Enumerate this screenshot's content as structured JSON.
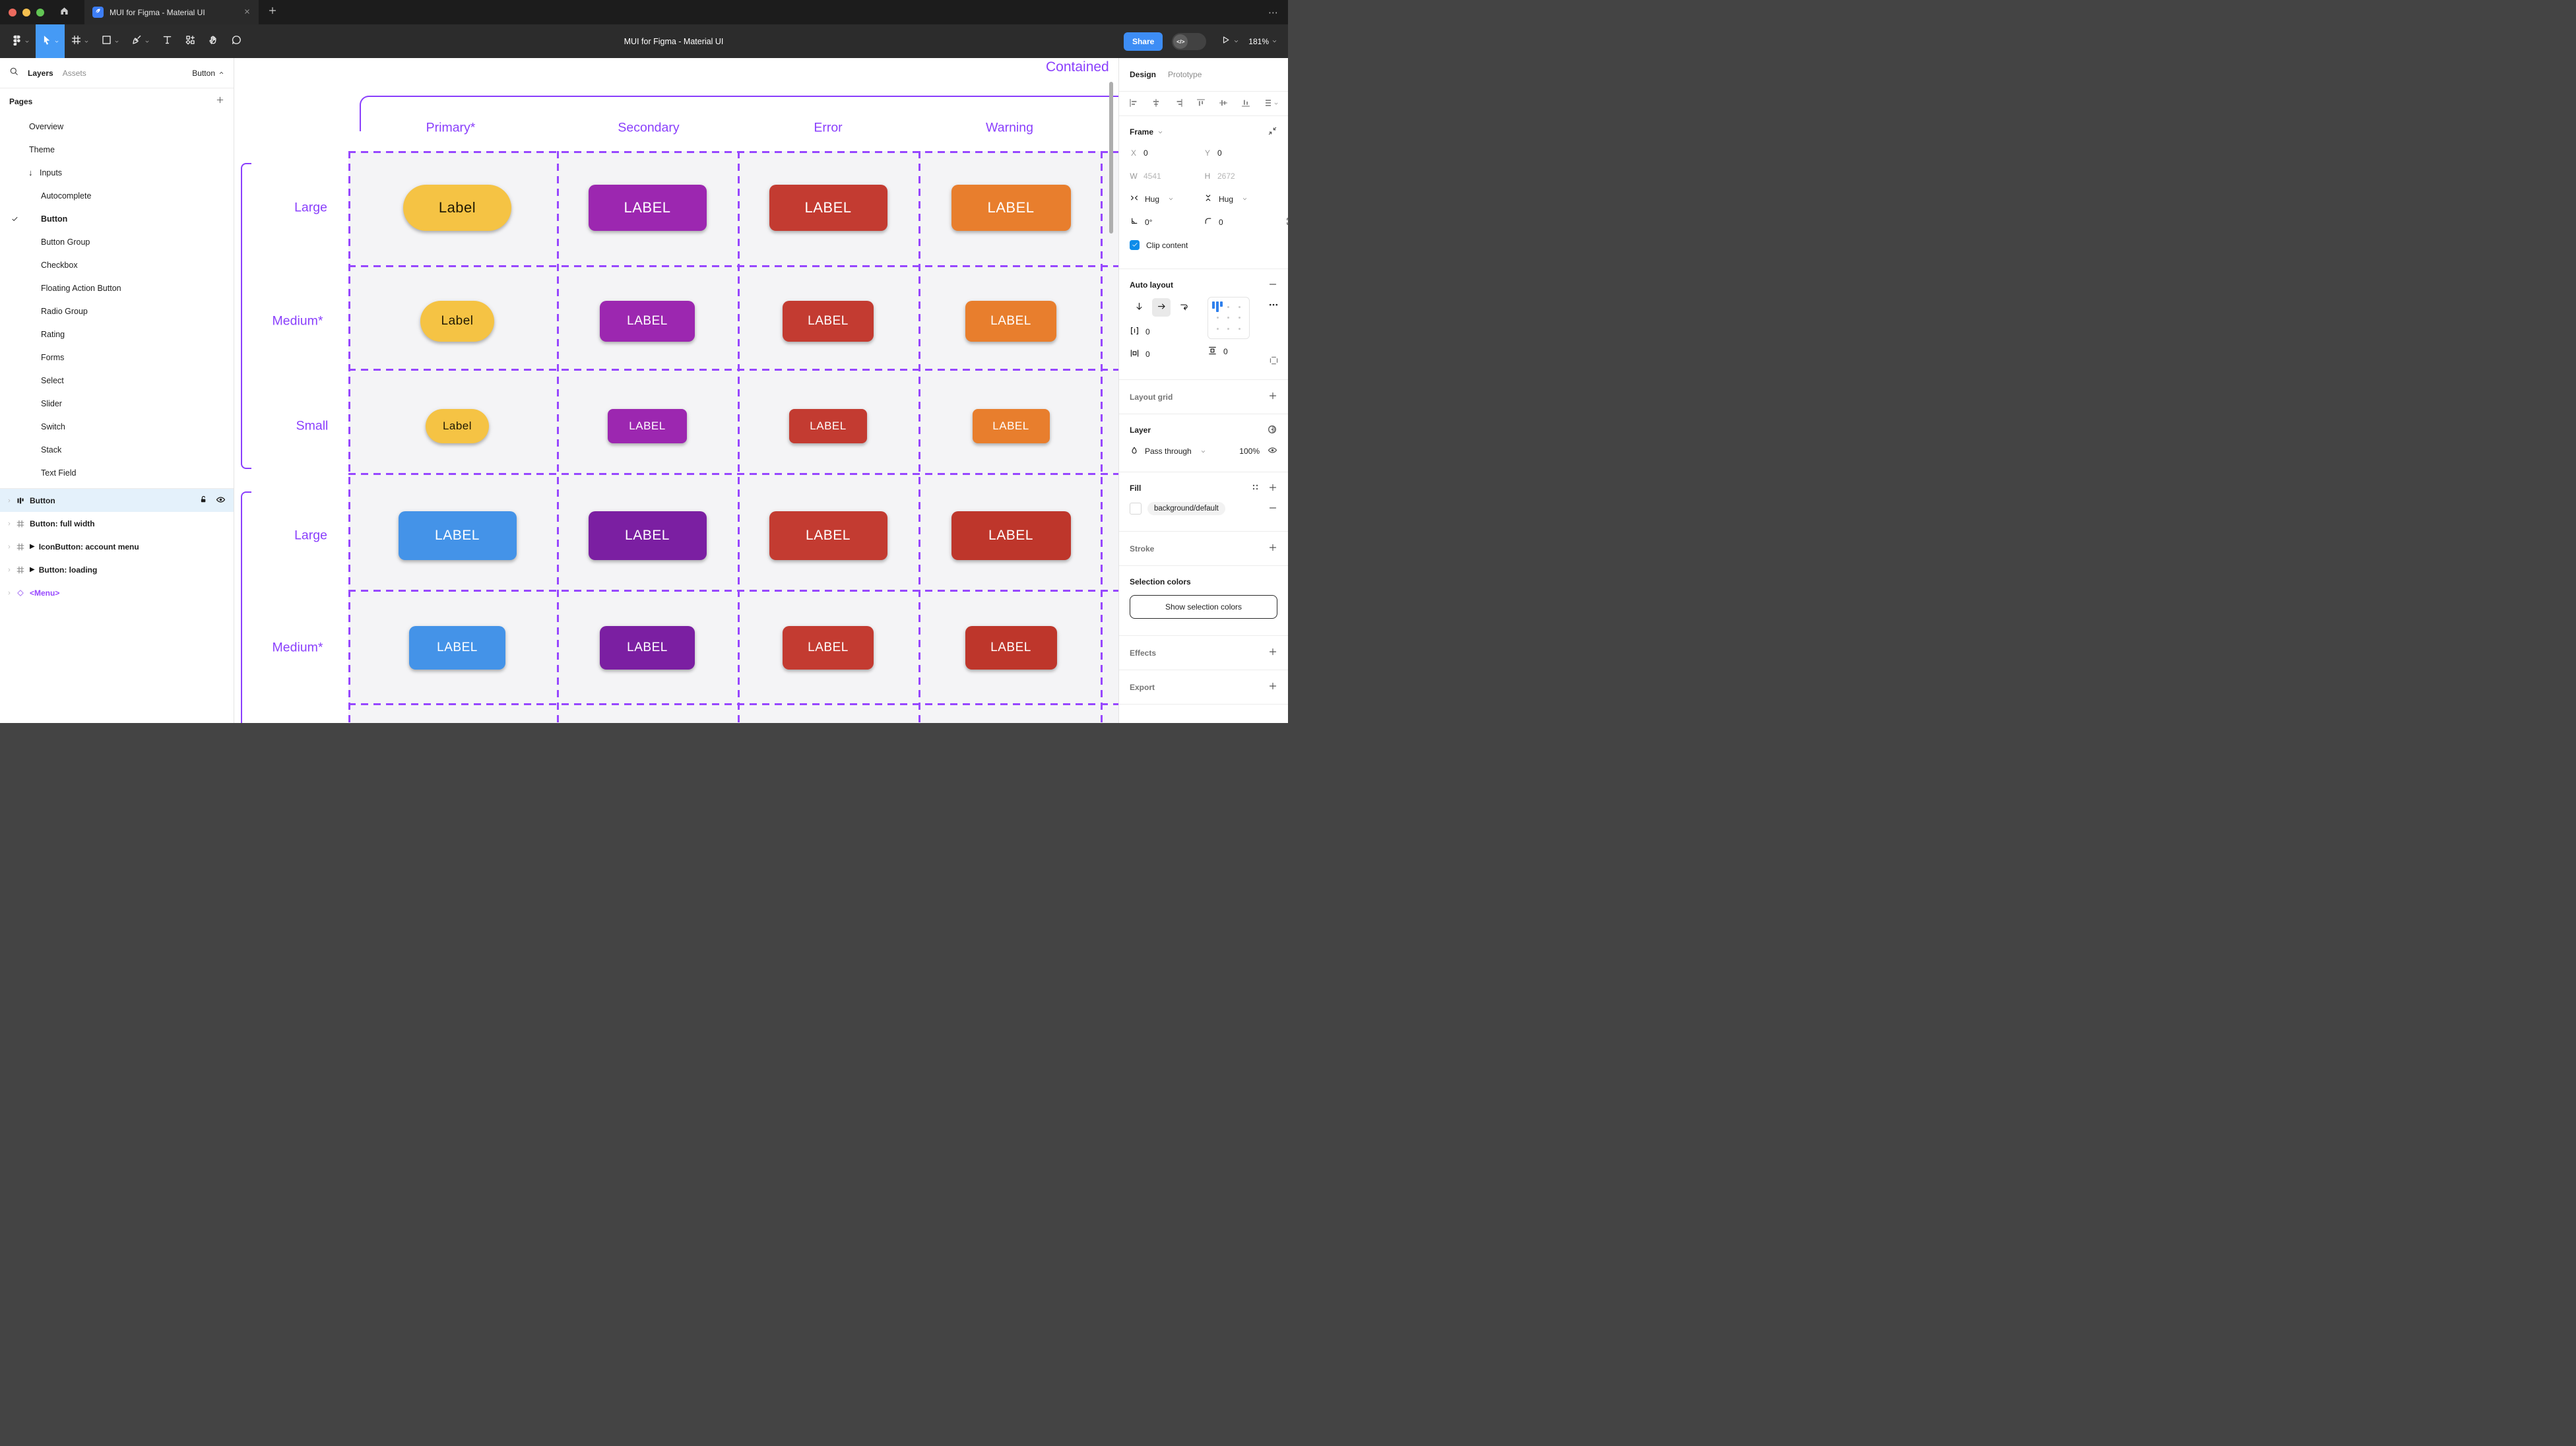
{
  "window": {
    "tab_title": "MUI for Figma - Material UI",
    "overflow_glyph": "⋯",
    "close_glyph": "✕",
    "traffic_colors": {
      "close": "#ec6a5e",
      "minimize": "#f5bf4f",
      "zoom": "#62c554"
    }
  },
  "toolbar": {
    "doc_title": "MUI for Figma - Material UI",
    "share_label": "Share",
    "zoom_level": "181%",
    "dev_toggle_glyph": "</>",
    "tools": [
      {
        "name": "main-menu",
        "icon": "figma",
        "chevron": true
      },
      {
        "name": "move-tool",
        "icon": "cursor",
        "chevron": true,
        "active": true
      },
      {
        "name": "frame-tool",
        "icon": "hash",
        "chevron": true
      },
      {
        "name": "shape-tool",
        "icon": "rect",
        "chevron": true
      },
      {
        "name": "pen-tool",
        "icon": "pen",
        "chevron": true
      },
      {
        "name": "text-tool",
        "icon": "text"
      },
      {
        "name": "resources-tool",
        "icon": "resources"
      },
      {
        "name": "hand-tool",
        "icon": "hand"
      },
      {
        "name": "comment-tool",
        "icon": "comment"
      }
    ]
  },
  "sidebar": {
    "tab_layers": "Layers",
    "tab_assets": "Assets",
    "page_selector": "Button",
    "pages_header": "Pages",
    "pages": [
      {
        "label": "Overview"
      },
      {
        "label": "Theme"
      },
      {
        "label": "Inputs",
        "arrow": "↓"
      },
      {
        "label": "Autocomplete",
        "sub": true
      },
      {
        "label": "Button",
        "sub": true,
        "selected": true
      },
      {
        "label": "Button Group",
        "sub": true
      },
      {
        "label": "Checkbox",
        "sub": true
      },
      {
        "label": "Floating Action Button",
        "sub": true
      },
      {
        "label": "Radio Group",
        "sub": true
      },
      {
        "label": "Rating",
        "sub": true
      },
      {
        "label": "Forms",
        "sub": true
      },
      {
        "label": "Select",
        "sub": true
      },
      {
        "label": "Slider",
        "sub": true
      },
      {
        "label": "Switch",
        "sub": true
      },
      {
        "label": "Stack",
        "sub": true
      },
      {
        "label": "Text Field",
        "sub": true
      }
    ],
    "layers": [
      {
        "label": "Button",
        "icon": "autolayout",
        "selected": true
      },
      {
        "label": "Button: full width",
        "icon": "hash"
      },
      {
        "label": "IconButton: account menu",
        "icon": "hash",
        "play": "▶"
      },
      {
        "label": "Button: loading",
        "icon": "hash",
        "play": "▶"
      },
      {
        "label": "<Menu>",
        "icon": "diamond",
        "purple": true
      }
    ]
  },
  "canvas": {
    "frame_title": "Contained",
    "accent": "#8a3ffc",
    "dash_color": "#9747ff",
    "columns": [
      "Primary*",
      "Secondary",
      "Error",
      "Warning"
    ],
    "row_labels": [
      "Large",
      "Medium*",
      "Small",
      "Large",
      "Medium*"
    ],
    "palette": {
      "yellow": {
        "bg": "#f5c344",
        "fg": "#211a04"
      },
      "purple": {
        "bg": "#9c27b0",
        "fg": "#ffffff"
      },
      "error": {
        "bg": "#c33b31",
        "fg": "#ffffff"
      },
      "warning": {
        "bg": "#e87e2d",
        "fg": "#ffffff"
      },
      "blue": {
        "bg": "#4493e8",
        "fg": "#ffffff"
      },
      "purple_dark": {
        "bg": "#7b1fa2",
        "fg": "#ffffff"
      },
      "error_dark": {
        "bg": "#be362b",
        "fg": "#ffffff"
      }
    },
    "grid": [
      {
        "size": "large",
        "cells": [
          {
            "style": "yellow",
            "label": "Label"
          },
          {
            "style": "purple",
            "label": "LABEL"
          },
          {
            "style": "error",
            "label": "LABEL"
          },
          {
            "style": "warning",
            "label": "LABEL"
          }
        ]
      },
      {
        "size": "medium",
        "cells": [
          {
            "style": "yellow",
            "label": "Label"
          },
          {
            "style": "purple",
            "label": "LABEL"
          },
          {
            "style": "error",
            "label": "LABEL"
          },
          {
            "style": "warning",
            "label": "LABEL"
          }
        ]
      },
      {
        "size": "small",
        "cells": [
          {
            "style": "yellow",
            "label": "Label"
          },
          {
            "style": "purple",
            "label": "LABEL"
          },
          {
            "style": "error",
            "label": "LABEL"
          },
          {
            "style": "warning",
            "label": "LABEL"
          }
        ]
      },
      {
        "size": "large",
        "cells": [
          {
            "style": "blue",
            "label": "LABEL"
          },
          {
            "style": "purple_dark",
            "label": "LABEL"
          },
          {
            "style": "error",
            "label": "LABEL"
          },
          {
            "style": "error_dark",
            "label": "LABEL"
          }
        ]
      },
      {
        "size": "medium",
        "cells": [
          {
            "style": "blue",
            "label": "LABEL"
          },
          {
            "style": "purple_dark",
            "label": "LABEL"
          },
          {
            "style": "error",
            "label": "LABEL"
          },
          {
            "style": "error_dark",
            "label": "LABEL"
          }
        ]
      }
    ]
  },
  "panel": {
    "tab_design": "Design",
    "tab_prototype": "Prototype",
    "frame": {
      "header": "Frame",
      "x_label": "X",
      "x_value": "0",
      "y_label": "Y",
      "y_value": "0",
      "w_label": "W",
      "w_value": "4541",
      "h_label": "H",
      "h_value": "2672",
      "hug_h": "Hug",
      "hug_v": "Hug",
      "rotation": "0°",
      "corner_radius": "0",
      "clip_label": "Clip content"
    },
    "auto_layout": {
      "header": "Auto layout",
      "gap": "0",
      "padding_h": "0",
      "padding_v": "0"
    },
    "layout_grid_header": "Layout grid",
    "layer": {
      "header": "Layer",
      "blend_mode": "Pass through",
      "opacity": "100%"
    },
    "fill": {
      "header": "Fill",
      "token": "background/default"
    },
    "stroke_header": "Stroke",
    "selection": {
      "header": "Selection colors",
      "button_label": "Show selection colors"
    },
    "effects_header": "Effects",
    "export_header": "Export"
  }
}
